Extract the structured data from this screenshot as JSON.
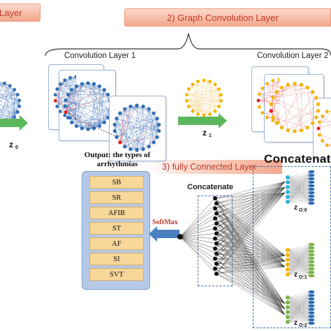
{
  "banners": {
    "layer_partial": "Layer",
    "graph_convolution": "2) Graph Convolution  Layer",
    "fully_connected": "3) fully Connected Layer"
  },
  "labels": {
    "conv_layer_1": "Convolution Layer 1",
    "conv_layer_2": "Convolution Layer 2",
    "concatenate_big": "Concatenate",
    "concatenate_small": "Concatenate",
    "softmax": "SoftMax"
  },
  "z_labels": {
    "z0_main": "z",
    "z0_sub": "0",
    "z1_main": "z",
    "z1_sub": "1",
    "zo0_main": "z",
    "zo0_sub": "O:0",
    "zo1_main": "z",
    "zo1_sub": "O:1",
    "zo2_main": "z",
    "zo2_sub": "O:2"
  },
  "output": {
    "title_line1": "Output: the types of",
    "title_line2": "arrhythmias",
    "items": [
      "SB",
      "SR",
      "AFIB",
      "ST",
      "AF",
      "SI",
      "SVT"
    ]
  },
  "colors": {
    "banner_text": "#c0392b",
    "graph_edges": "#3b6fb6",
    "graph_node": "#2f6db5",
    "graph_highlight": "#e02020",
    "yellow_node": "#f5b400",
    "green_arrow": "#5cb85c",
    "blue_arrow": "#4a7fc1",
    "softmax_text": "#c0392b",
    "cyan_node": "#2fb4d6",
    "green_node": "#7ab648"
  }
}
